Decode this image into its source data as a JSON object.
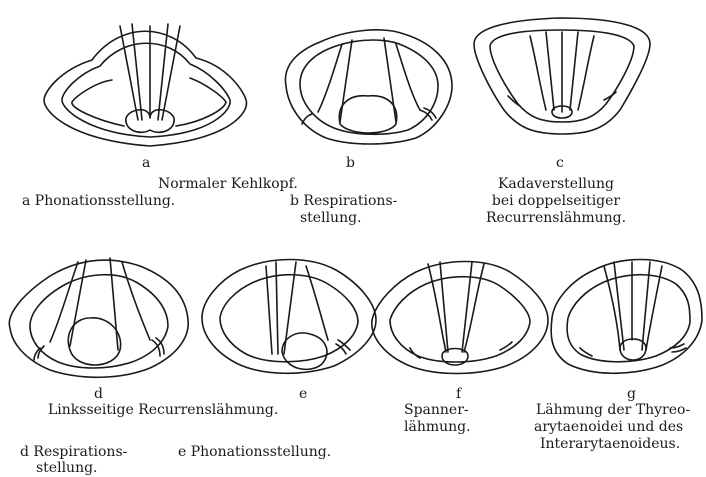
{
  "figures": {
    "a": {
      "letter": "a"
    },
    "b": {
      "letter": "b"
    },
    "c": {
      "letter": "c"
    },
    "d": {
      "letter": "d"
    },
    "e": {
      "letter": "e"
    },
    "f": {
      "letter": "f"
    },
    "g": {
      "letter": "g"
    }
  },
  "captions": {
    "normaler": "Normaler Kehlkopf.",
    "a_phonation": "a Phonationsstellung.",
    "b_respiration_1": "b Respirations-",
    "b_respiration_2": "stellung.",
    "c_line1": "Kadaverstellung",
    "c_line2": "bei doppelseitiger",
    "c_line3": "Recurrenslähmung.",
    "linksseitige": "Linksseitige Recurrenslähmung.",
    "d_resp_1": "d Respirations-",
    "d_resp_2": "stellung.",
    "e_phon": "e Phonationsstellung.",
    "f_line1": "Spanner-",
    "f_line2": "lähmung.",
    "g_line1": "Lähmung der Thyreo-",
    "g_line2": "arytaenoidei und des",
    "g_line3": "Interarytaenoideus."
  }
}
